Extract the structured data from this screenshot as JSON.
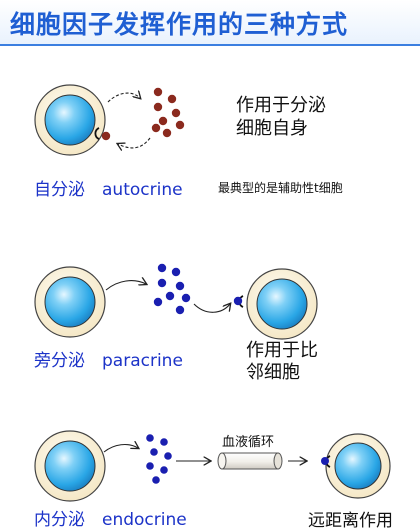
{
  "title": "细胞因子发挥作用的三种方式",
  "sections": {
    "autocrine": {
      "label": "自分泌　autocrine",
      "description_line1": "作用于分泌",
      "description_line2": "细胞自身",
      "note": "最典型的是辅助性t细胞"
    },
    "paracrine": {
      "label": "旁分泌　paracrine",
      "description_line1": "作用于比",
      "description_line2": "邻细胞"
    },
    "endocrine": {
      "label": "内分泌　endocrine",
      "vessel_label": "血液循环",
      "description": "远距离作用"
    }
  },
  "colors": {
    "title": "#1f5fd3",
    "label": "#1c33c8",
    "autocrine_dots": "#8b2a1e",
    "paracrine_dots": "#1a1fb0",
    "endocrine_dots": "#1a1fb0",
    "nucleus": "#29a6e6",
    "cytoplasm": "#fbf3dd"
  }
}
